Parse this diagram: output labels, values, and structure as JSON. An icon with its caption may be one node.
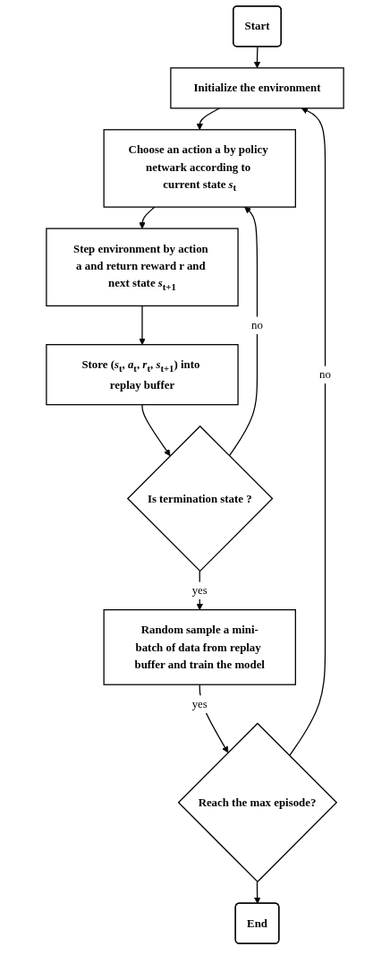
{
  "diagram": {
    "nodes": [
      {
        "text": [
          "Start"
        ]
      },
      {
        "text": [
          "Initialize the environment"
        ]
      },
      {
        "text": [
          "Choose an action a by policy netwark according to current state *s*$_{t}$"
        ]
      },
      {
        "text": [
          "Step environment by action a and return reward r and next state *s*$_{t+1}$"
        ]
      },
      {
        "text": [
          "Store (*s*$_{t}$, *a*$_{t}$, *r*$_{t}$, *s*$_{t+1}$) into replay buffer"
        ]
      },
      {
        "text": [
          "Is termination state ?"
        ]
      },
      {
        "text": [
          "Random sample a mini-batch of data from replay buffer and train the model"
        ]
      },
      {
        "text": [
          "Reach the max episode?"
        ]
      },
      {
        "text": [
          "End"
        ]
      }
    ],
    "edges": [
      {
        "from": 0,
        "to": 1,
        "arrow": "to"
      },
      {
        "from": 1,
        "to": 2,
        "arrow": "to"
      },
      {
        "from": 2,
        "to": 3,
        "arrow": "to"
      },
      {
        "from": 3,
        "to": 4,
        "arrow": "to"
      },
      {
        "from": 4,
        "to": 5,
        "arrow": "to"
      },
      {
        "from": 5,
        "to": 2,
        "label": "no",
        "arrow": "to"
      },
      {
        "from": 5,
        "to": 6,
        "label": "yes",
        "arrow": "to"
      },
      {
        "from": 6,
        "to": 7,
        "label": "yes",
        "arrow": "to"
      },
      {
        "from": 7,
        "to": 1,
        "label": "no",
        "arrow": "to"
      },
      {
        "from": 7,
        "to": 8,
        "arrow": "to"
      }
    ]
  }
}
